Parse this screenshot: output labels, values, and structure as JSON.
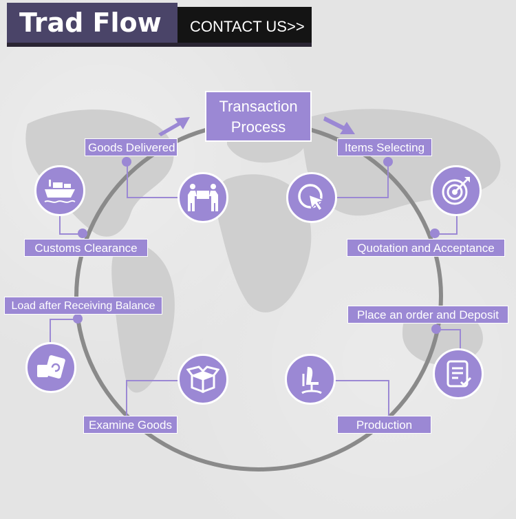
{
  "header": {
    "title": "Trad Flow",
    "contact": "CONTACT US>>"
  },
  "center": {
    "line1": "Transaction",
    "line2": "Process"
  },
  "steps": {
    "items_selecting": "Items Selecting",
    "quotation": "Quotation and Acceptance",
    "place_order": "Place an order and Deposit",
    "production": "Production",
    "examine_goods": "Examine Goods",
    "load_balance": "Load after Receiving Balance",
    "customs": "Customs Clearance",
    "goods_delivered": "Goods Delivered"
  },
  "icons": {
    "items_selecting": "cursor-icon",
    "quotation": "target-icon",
    "place_order": "document-check-icon",
    "production": "chair-icon",
    "examine_goods": "box-icon",
    "load_balance": "payment-icon",
    "customs": "ship-icon",
    "goods_delivered": "handover-icon"
  },
  "colors": {
    "accent": "#9b88d4",
    "title_bg": "#4a4468",
    "contact_bg": "#141414",
    "ring": "#8a8a8a"
  }
}
